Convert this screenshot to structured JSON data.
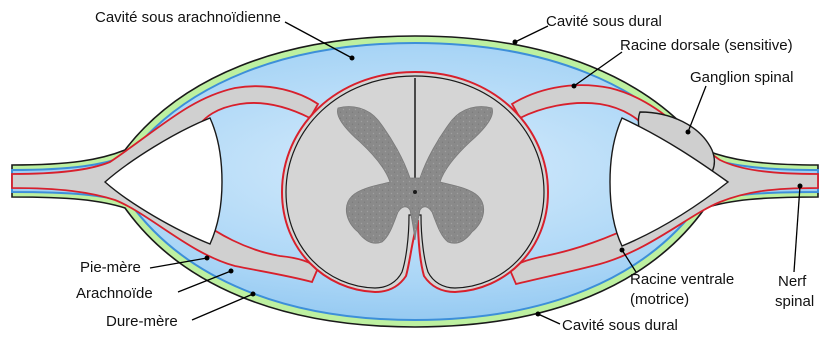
{
  "labels": {
    "cavite_sous_arachnoidienne": "Cavité sous arachnoïdienne",
    "cavite_sous_dural_top": "Cavité sous dural",
    "racine_dorsale": "Racine dorsale (sensitive)",
    "ganglion_spinal": "Ganglion spinal",
    "pie_mere": "Pie-mère",
    "arachnoide": "Arachnoïde",
    "dure_mere": "Dure-mère",
    "racine_ventrale_1": "Racine ventrale",
    "racine_ventrale_2": "(motrice)",
    "nerf_spinal_1": "Nerf",
    "nerf_spinal_2": "spinal",
    "cavite_sous_dural_bottom": "Cavité sous dural"
  },
  "colors": {
    "dura_green": "#b9ef9a",
    "subarachnoid_blue": "#abd6f6",
    "nerve_grey": "#d2d2d2",
    "grey_matter": "#8c8c8c",
    "pia_red": "#d8202c",
    "arachnoid_blue": "#3d8fd9",
    "outline": "#111111"
  }
}
